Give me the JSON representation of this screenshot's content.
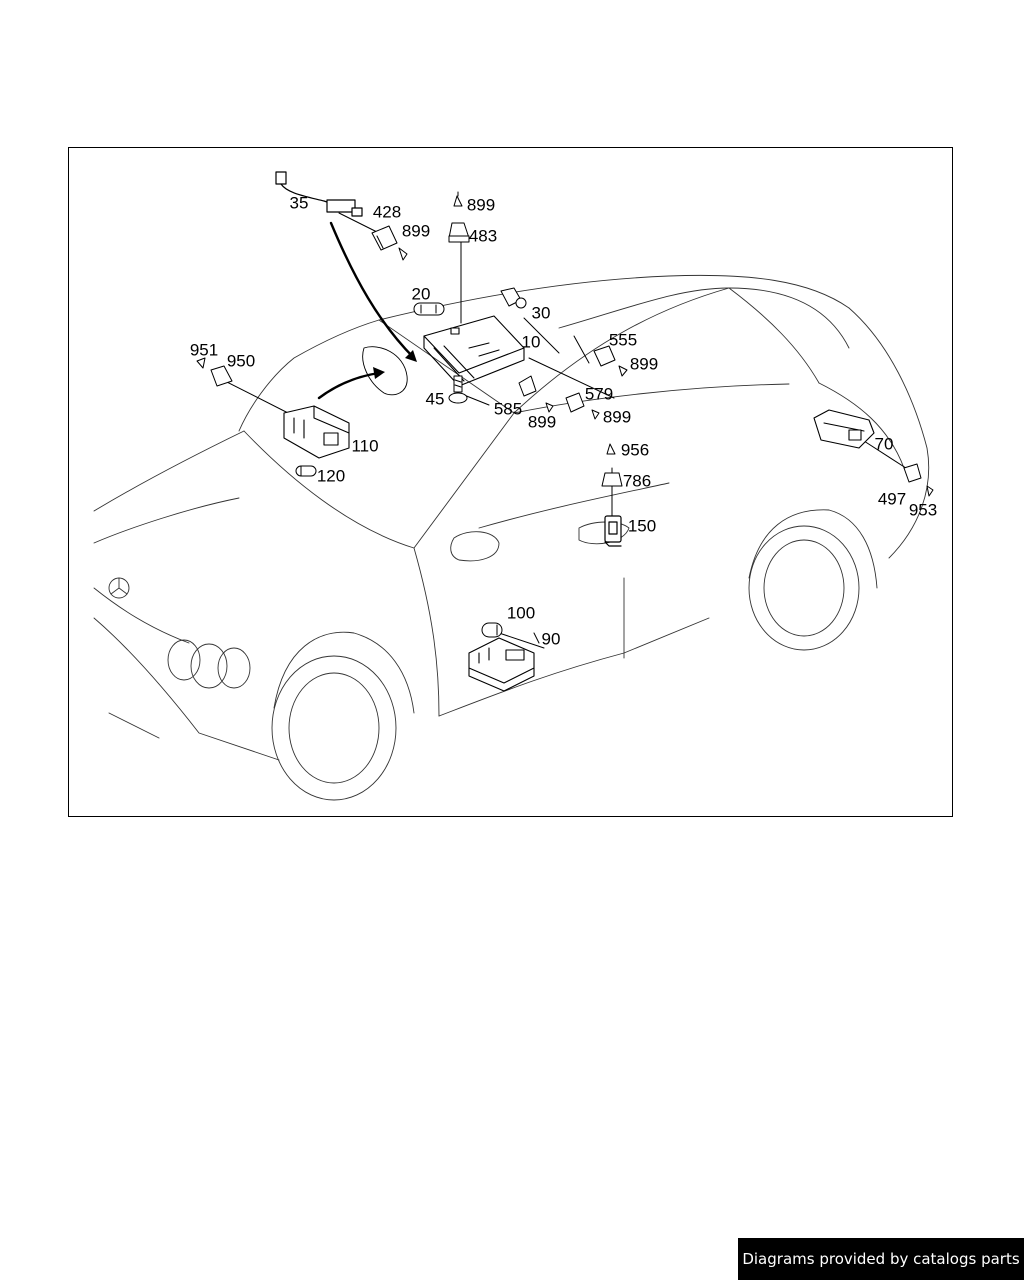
{
  "diagram": {
    "callouts": [
      {
        "id": "c35",
        "text": "35"
      },
      {
        "id": "c428",
        "text": "428"
      },
      {
        "id": "c899a",
        "text": "899"
      },
      {
        "id": "c899b",
        "text": "899"
      },
      {
        "id": "c483",
        "text": "483"
      },
      {
        "id": "c20",
        "text": "20"
      },
      {
        "id": "c30",
        "text": "30"
      },
      {
        "id": "c10",
        "text": "10"
      },
      {
        "id": "c555",
        "text": "555"
      },
      {
        "id": "c899c",
        "text": "899"
      },
      {
        "id": "c951",
        "text": "951"
      },
      {
        "id": "c950",
        "text": "950"
      },
      {
        "id": "c45",
        "text": "45"
      },
      {
        "id": "c585",
        "text": "585"
      },
      {
        "id": "c579",
        "text": "579"
      },
      {
        "id": "c899d",
        "text": "899"
      },
      {
        "id": "c899e",
        "text": "899"
      },
      {
        "id": "c110",
        "text": "110"
      },
      {
        "id": "c120",
        "text": "120"
      },
      {
        "id": "c956",
        "text": "956"
      },
      {
        "id": "c786",
        "text": "786"
      },
      {
        "id": "c150",
        "text": "150"
      },
      {
        "id": "c70",
        "text": "70"
      },
      {
        "id": "c497",
        "text": "497"
      },
      {
        "id": "c953",
        "text": "953"
      },
      {
        "id": "c100",
        "text": "100"
      },
      {
        "id": "c90",
        "text": "90"
      }
    ]
  },
  "footer": {
    "credit": "Diagrams provided by catalogs parts"
  }
}
